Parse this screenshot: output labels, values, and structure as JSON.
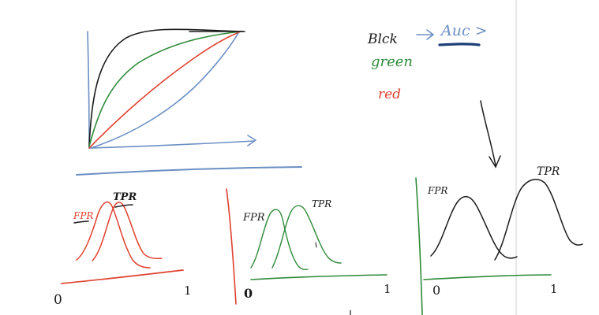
{
  "colors": {
    "background": "#ffffff",
    "margin_line": "#e8e8e8",
    "black": "#1a1a1a",
    "green": "#2e8b3a",
    "red": "#e0412e",
    "blue": "#6b8fc4",
    "dark_blue": "#1f3f7a"
  },
  "legend": {
    "black": "Blck",
    "green": "green",
    "red": "red",
    "arrow_note": "Auc >"
  },
  "red_panel": {
    "fpr": "FPR",
    "tpr": "TPR",
    "zero": "0",
    "one": "1"
  },
  "green_panel": {
    "fpr": "FPR",
    "tpr": "TPR",
    "zero": "0",
    "one": "1"
  },
  "black_panel": {
    "fpr": "FPR",
    "tpr": "TPR",
    "zero": "0",
    "one": "1"
  }
}
